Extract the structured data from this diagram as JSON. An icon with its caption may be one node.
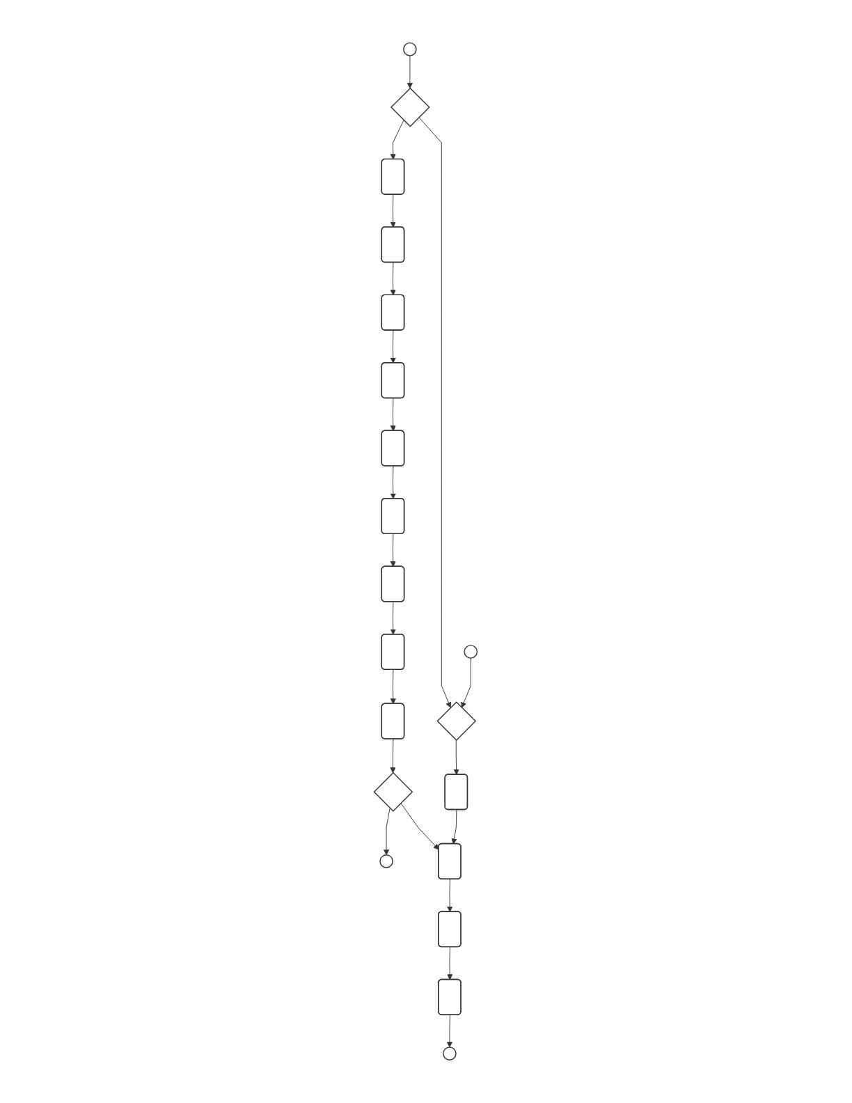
{
  "diagram": {
    "nodes": [
      {
        "text": [],
        "shape": "circle"
      },
      {
        "text": [],
        "shape": "diamond"
      },
      {
        "text": [],
        "shape": "box"
      },
      {
        "text": [],
        "shape": "box"
      },
      {
        "text": [],
        "shape": "box"
      },
      {
        "text": [],
        "shape": "box"
      },
      {
        "text": [],
        "shape": "box"
      },
      {
        "text": [],
        "shape": "box"
      },
      {
        "text": [],
        "shape": "box"
      },
      {
        "text": [],
        "shape": "box"
      },
      {
        "text": [],
        "shape": "box"
      },
      {
        "text": [],
        "shape": "diamond"
      },
      {
        "text": [],
        "shape": "circle"
      },
      {
        "text": [],
        "shape": "circle"
      },
      {
        "text": [],
        "shape": "diamond"
      },
      {
        "text": [],
        "shape": "box"
      },
      {
        "text": [],
        "shape": "box"
      },
      {
        "text": [],
        "shape": "box"
      },
      {
        "text": [],
        "shape": "box"
      },
      {
        "text": [],
        "shape": "circle"
      }
    ],
    "edges": [
      {
        "from": 0,
        "to": 1,
        "arrow": "to"
      },
      {
        "from": 1,
        "to": 14,
        "arrow": "to"
      },
      {
        "from": 1,
        "to": 2,
        "arrow": "to"
      },
      {
        "from": 2,
        "to": 3,
        "arrow": "to"
      },
      {
        "from": 3,
        "to": 4,
        "arrow": "to"
      },
      {
        "from": 4,
        "to": 5,
        "arrow": "to"
      },
      {
        "from": 5,
        "to": 6,
        "arrow": "to"
      },
      {
        "from": 6,
        "to": 7,
        "arrow": "to"
      },
      {
        "from": 7,
        "to": 8,
        "arrow": "to"
      },
      {
        "from": 8,
        "to": 9,
        "arrow": "to"
      },
      {
        "from": 9,
        "to": 10,
        "arrow": "to"
      },
      {
        "from": 10,
        "to": 11,
        "arrow": "to"
      },
      {
        "from": 11,
        "to": 16,
        "arrow": "to"
      },
      {
        "from": 11,
        "to": 12,
        "arrow": "to"
      },
      {
        "from": 13,
        "to": 14,
        "arrow": "to"
      },
      {
        "from": 14,
        "to": 15,
        "arrow": "to"
      },
      {
        "from": 15,
        "to": 16,
        "arrow": "to"
      },
      {
        "from": 16,
        "to": 17,
        "arrow": "to"
      },
      {
        "from": 17,
        "to": 18,
        "arrow": "to"
      },
      {
        "from": 18,
        "to": 19,
        "arrow": "to"
      }
    ]
  }
}
